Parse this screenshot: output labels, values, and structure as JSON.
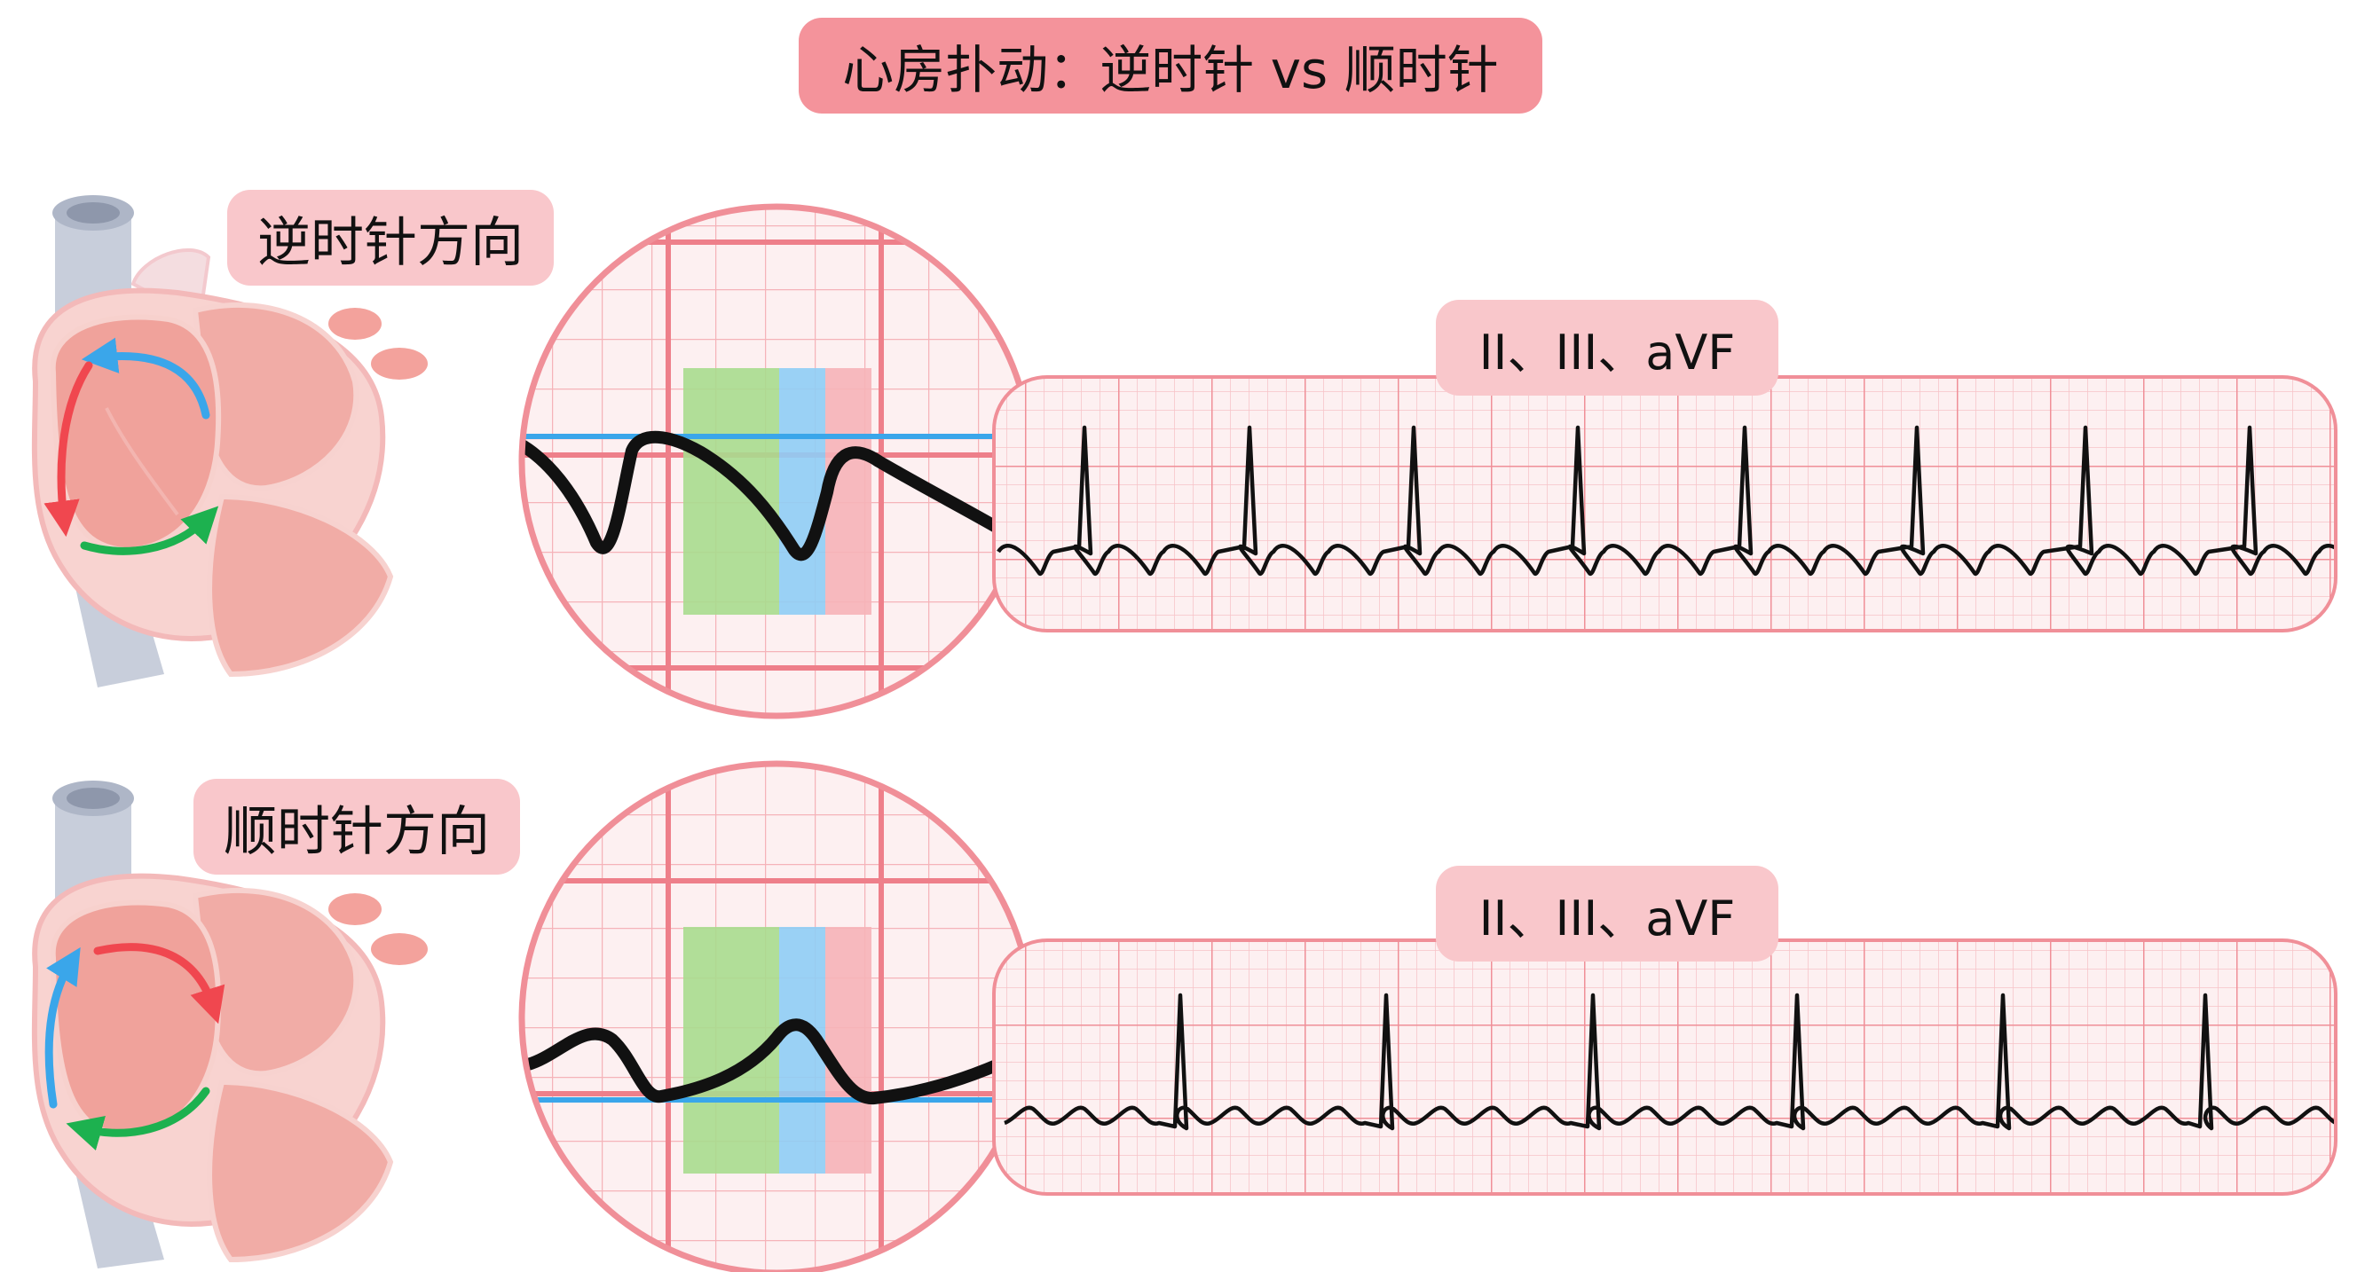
{
  "title": "心房扑动：逆时针 vs 顺时针",
  "panels": [
    {
      "direction_label": "逆时针方向",
      "lead_label": "II、III、aVF",
      "arrows": [
        "blue",
        "red",
        "green"
      ]
    },
    {
      "direction_label": "顺时针方向",
      "lead_label": "II、III、aVF",
      "arrows": [
        "red",
        "blue",
        "green"
      ]
    }
  ],
  "colors": {
    "title_bg": "#f4939b",
    "label_bg": "#f9c7cb",
    "ecg_grid": "#f4a6ad",
    "ecg_bg": "#fdf0f1",
    "arrow_blue": "#3aa6ea",
    "arrow_red": "#f0474f",
    "arrow_green": "#1db14f",
    "baseline": "#3aa6ea",
    "band_green": "#a8dc8e",
    "band_blue": "#8fcdf5",
    "band_pink": "#f6b3b8"
  }
}
